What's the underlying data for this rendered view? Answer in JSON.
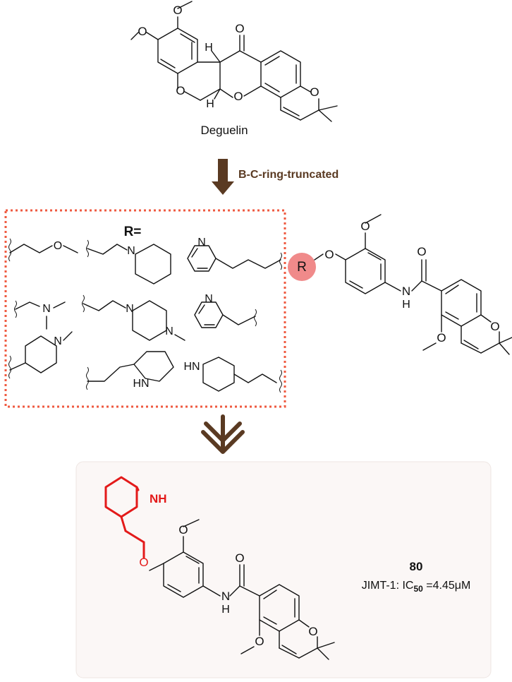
{
  "deguelin": {
    "name": "Deguelin"
  },
  "step": {
    "label": "B-C-ring-truncated"
  },
  "r_box": {
    "header": "R="
  },
  "core": {
    "r_symbol": "R"
  },
  "result": {
    "compound_id": "80",
    "activity_prefix": "JIMT-1: IC",
    "activity_subscript": "50",
    "activity_value": " =4.45μM"
  },
  "atoms": {
    "O": "O",
    "N": "N",
    "H": "H",
    "NH": "NH",
    "HN": "HN"
  },
  "colors": {
    "arrow": "#5a3a22",
    "step_text": "#5a3a22",
    "dotted_box": "#ef5a40",
    "r_circle": "#f08a8a",
    "highlight": "#e31a1a",
    "result_bg": "#fbf7f6"
  }
}
